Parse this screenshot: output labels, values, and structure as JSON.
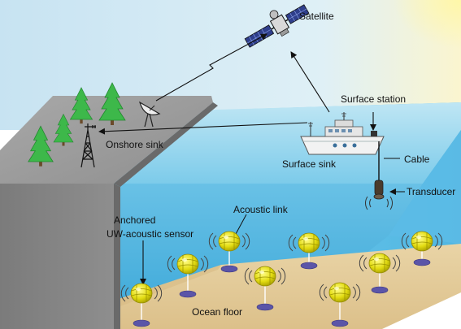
{
  "labels": {
    "satellite": "Satellite",
    "surface_station": "Surface station",
    "onshore_sink": "Onshore sink",
    "surface_sink": "Surface sink",
    "cable": "Cable",
    "transducer": "Transducer",
    "acoustic_link": "Acoustic link",
    "anchored_line1": "Anchored",
    "anchored_line2": "UW-acoustic sensor",
    "ocean_floor": "Ocean floor"
  },
  "icons": [
    "satellite-icon",
    "dish-antenna-icon",
    "radio-tower-icon",
    "pine-tree-icon",
    "ship-icon",
    "transducer-icon",
    "sensor-buoy-icon",
    "signal-wave-icon"
  ],
  "colors": {
    "sky": "#cfe6f3",
    "sun": "#fff3a0",
    "water": "#8fd3ee",
    "deep_water": "#3b9fd0",
    "land_top": "#9a9a9a",
    "cliff": "#7d7d7d",
    "sand": "#e7cf9c",
    "sensor": "#e8e21a",
    "anchor": "#5b55a8"
  }
}
